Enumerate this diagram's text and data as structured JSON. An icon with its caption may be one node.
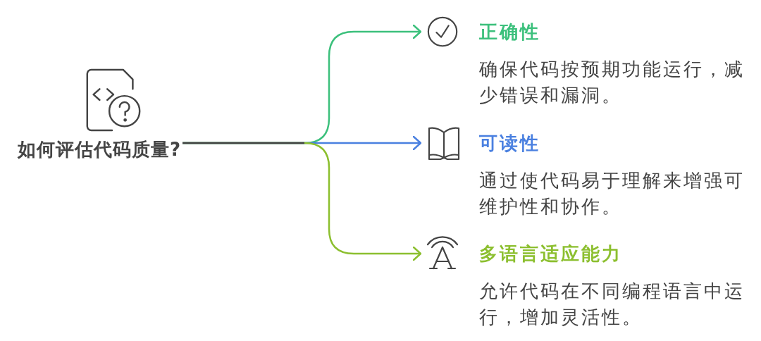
{
  "diagram": {
    "nodes": [
      {
        "text": [
          "如何评估代码质量?"
        ]
      },
      {
        "text": [
          "正确性",
          "确保代码按预期功能运行，减少错误和漏洞。"
        ]
      },
      {
        "text": [
          "可读性",
          "通过使代码易于理解来增强可维护性和协作。"
        ]
      },
      {
        "text": [
          "多语言适应能力",
          "允许代码在不同编程语言中运行，增加灵活性。"
        ]
      }
    ],
    "edges": [
      {
        "from": 0,
        "to": 1,
        "arrow": "to",
        "color": "#3cc07c"
      },
      {
        "from": 0,
        "to": 2,
        "arrow": "to",
        "color": "#4a80e0"
      },
      {
        "from": 0,
        "to": 3,
        "arrow": "to",
        "color": "#8cbf2f"
      }
    ]
  }
}
